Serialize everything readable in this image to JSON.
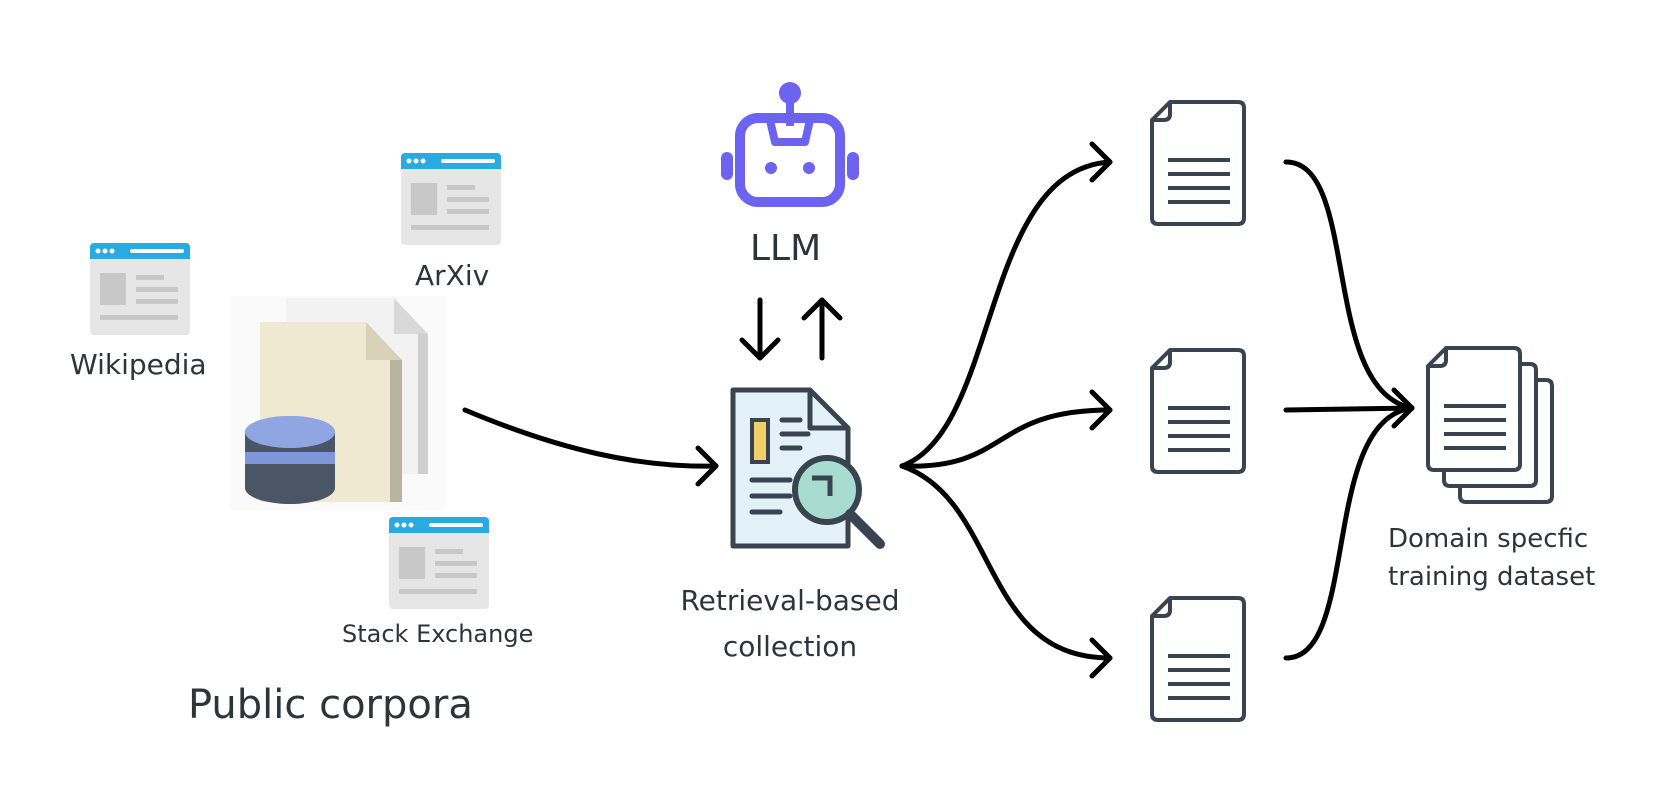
{
  "sources": {
    "wikipedia": "Wikipedia",
    "arxiv": "ArXiv",
    "stack_exchange": "Stack Exchange",
    "group_label": "Public corpora"
  },
  "llm": {
    "label": "LLM"
  },
  "retrieval": {
    "line1": "Retrieval-based",
    "line2": "collection"
  },
  "output": {
    "line1": "Domain specfic",
    "line2": "training dataset"
  },
  "colors": {
    "robot": "#6c63f0",
    "browser_bar": "#29abe2",
    "icon_stroke": "#3a4450",
    "db_blue": "#7f97d9",
    "db_dark": "#4a5566",
    "paper": "#efe9d2",
    "arrow": "#000000"
  }
}
